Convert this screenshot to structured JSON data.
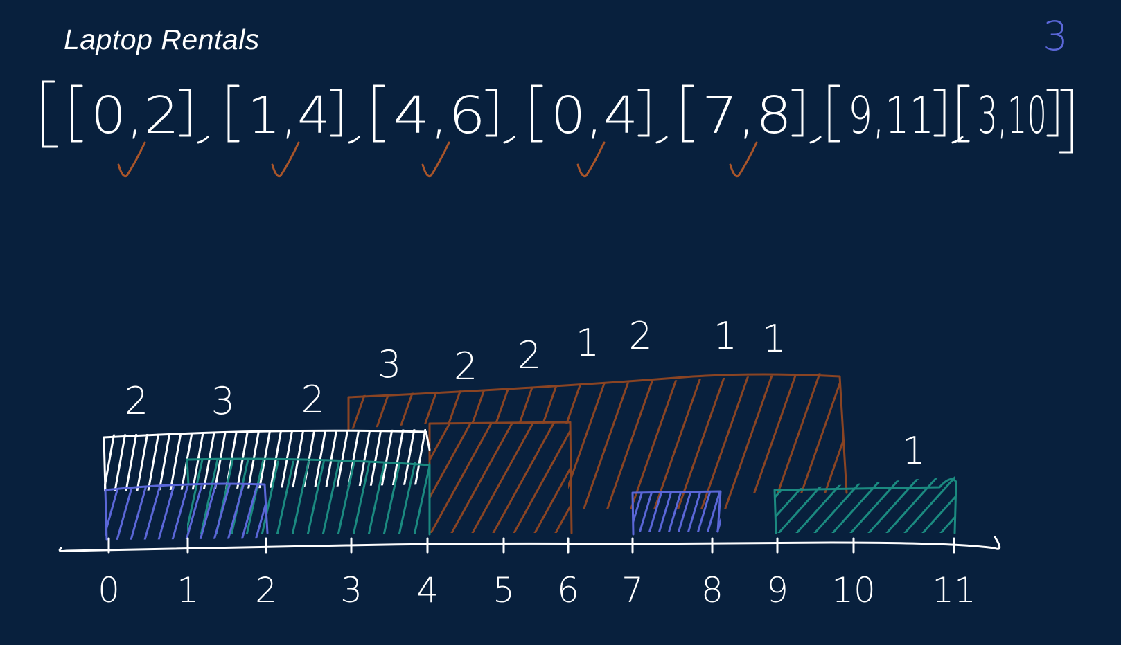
{
  "title": "Laptop Rentals",
  "answer": "3",
  "intervals": [
    {
      "text": "0,2",
      "start": 0,
      "end": 2,
      "checked": true
    },
    {
      "text": "1,4",
      "start": 1,
      "end": 4,
      "checked": true
    },
    {
      "text": "4,6",
      "start": 4,
      "end": 6,
      "checked": true
    },
    {
      "text": "0,4",
      "start": 0,
      "end": 4,
      "checked": true
    },
    {
      "text": "7,8",
      "start": 7,
      "end": 8,
      "checked": true
    },
    {
      "text": "9,11",
      "start": 9,
      "end": 11,
      "checked": false
    },
    {
      "text": "3,10",
      "start": 3,
      "end": 10,
      "checked": false
    }
  ],
  "axis_ticks": [
    "0",
    "1",
    "2",
    "3",
    "4",
    "5",
    "6",
    "7",
    "8",
    "9",
    "10",
    "11"
  ],
  "overlap_counts": [
    {
      "label": "2",
      "at": 0.35
    },
    {
      "label": "3",
      "at": 1.45
    },
    {
      "label": "2",
      "at": 2.55
    },
    {
      "label": "3",
      "at": 3.5
    },
    {
      "label": "2",
      "at": 4.5
    },
    {
      "label": "2",
      "at": 5.4
    },
    {
      "label": "1",
      "at": 6.3
    },
    {
      "label": "2",
      "at": 7.1
    },
    {
      "label": "1",
      "at": 8.2
    },
    {
      "label": "1",
      "at": 8.95
    },
    {
      "label": "1",
      "at": 10.6
    }
  ],
  "colors": {
    "background": "#08203d",
    "white": "#ffffff",
    "blue": "#5b67d8",
    "teal": "#1b8a80",
    "brown": "#8a4423",
    "check": "#a9552a"
  }
}
